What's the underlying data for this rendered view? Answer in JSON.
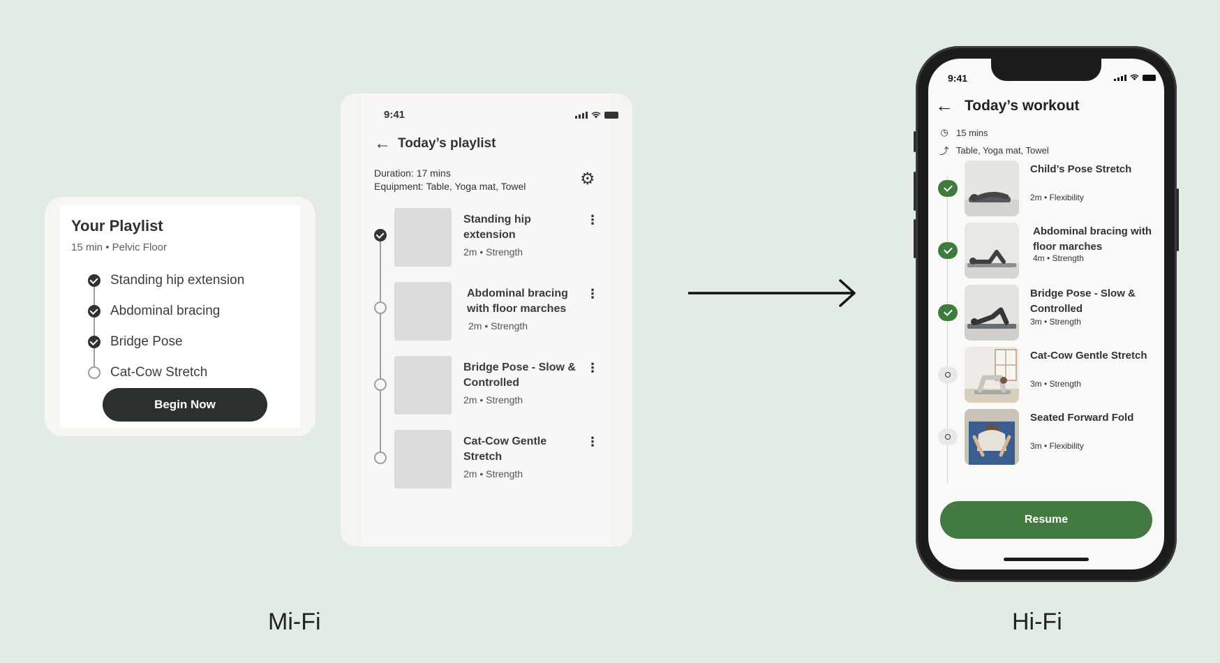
{
  "card1": {
    "title": "Your Playlist",
    "subtitle": "15 min • Pelvic Floor",
    "items": [
      {
        "label": "Standing hip extension",
        "done": true
      },
      {
        "label": "Abdominal bracing",
        "done": true
      },
      {
        "label": "Bridge Pose",
        "done": true
      },
      {
        "label": "Cat-Cow Stretch",
        "done": false
      }
    ],
    "button_label": "Begin Now"
  },
  "midfi": {
    "time": "9:41",
    "title": "Today’s playlist",
    "duration": "Duration: 17 mins",
    "equipment": "Equipment: Table, Yoga mat, Towel",
    "items": [
      {
        "name": "Standing hip extension",
        "detail": "2m • Strength",
        "done": true
      },
      {
        "name": "Abdominal bracing with floor marches",
        "detail": "2m • Strength",
        "done": false
      },
      {
        "name": "Bridge Pose - Slow & Controlled",
        "detail": "2m • Strength",
        "done": false
      },
      {
        "name": "Cat-Cow Gentle Stretch",
        "detail": "2m • Strength",
        "done": false
      }
    ]
  },
  "hifi": {
    "time": "9:41",
    "title": "Today’s workout",
    "duration": "15 mins",
    "equipment": "Table, Yoga mat, Towel",
    "items": [
      {
        "name": "Child’s Pose Stretch",
        "detail": "2m • Flexibility",
        "done": true
      },
      {
        "name": "Abdominal bracing with floor marches",
        "detail": "4m • Strength",
        "done": true
      },
      {
        "name": "Bridge Pose - Slow & Controlled",
        "detail": "3m • Strength",
        "done": true
      },
      {
        "name": "Cat-Cow Gentle Stretch",
        "detail": "3m • Strength",
        "done": false
      },
      {
        "name": "Seated Forward Fold",
        "detail": "3m • Flexibility",
        "done": false
      }
    ],
    "button_label": "Resume"
  },
  "captions": {
    "mifi": "Mi-Fi",
    "hifi": "Hi-Fi"
  },
  "colors": {
    "background": "#e3ece4",
    "accent_green": "#437a40",
    "dark_button": "#2b3130"
  },
  "icons": {
    "back": "arrow-left-icon",
    "settings": "gear-icon",
    "more": "kebab-icon",
    "clock": "clock-icon",
    "equipment": "dumbbell-icon"
  }
}
